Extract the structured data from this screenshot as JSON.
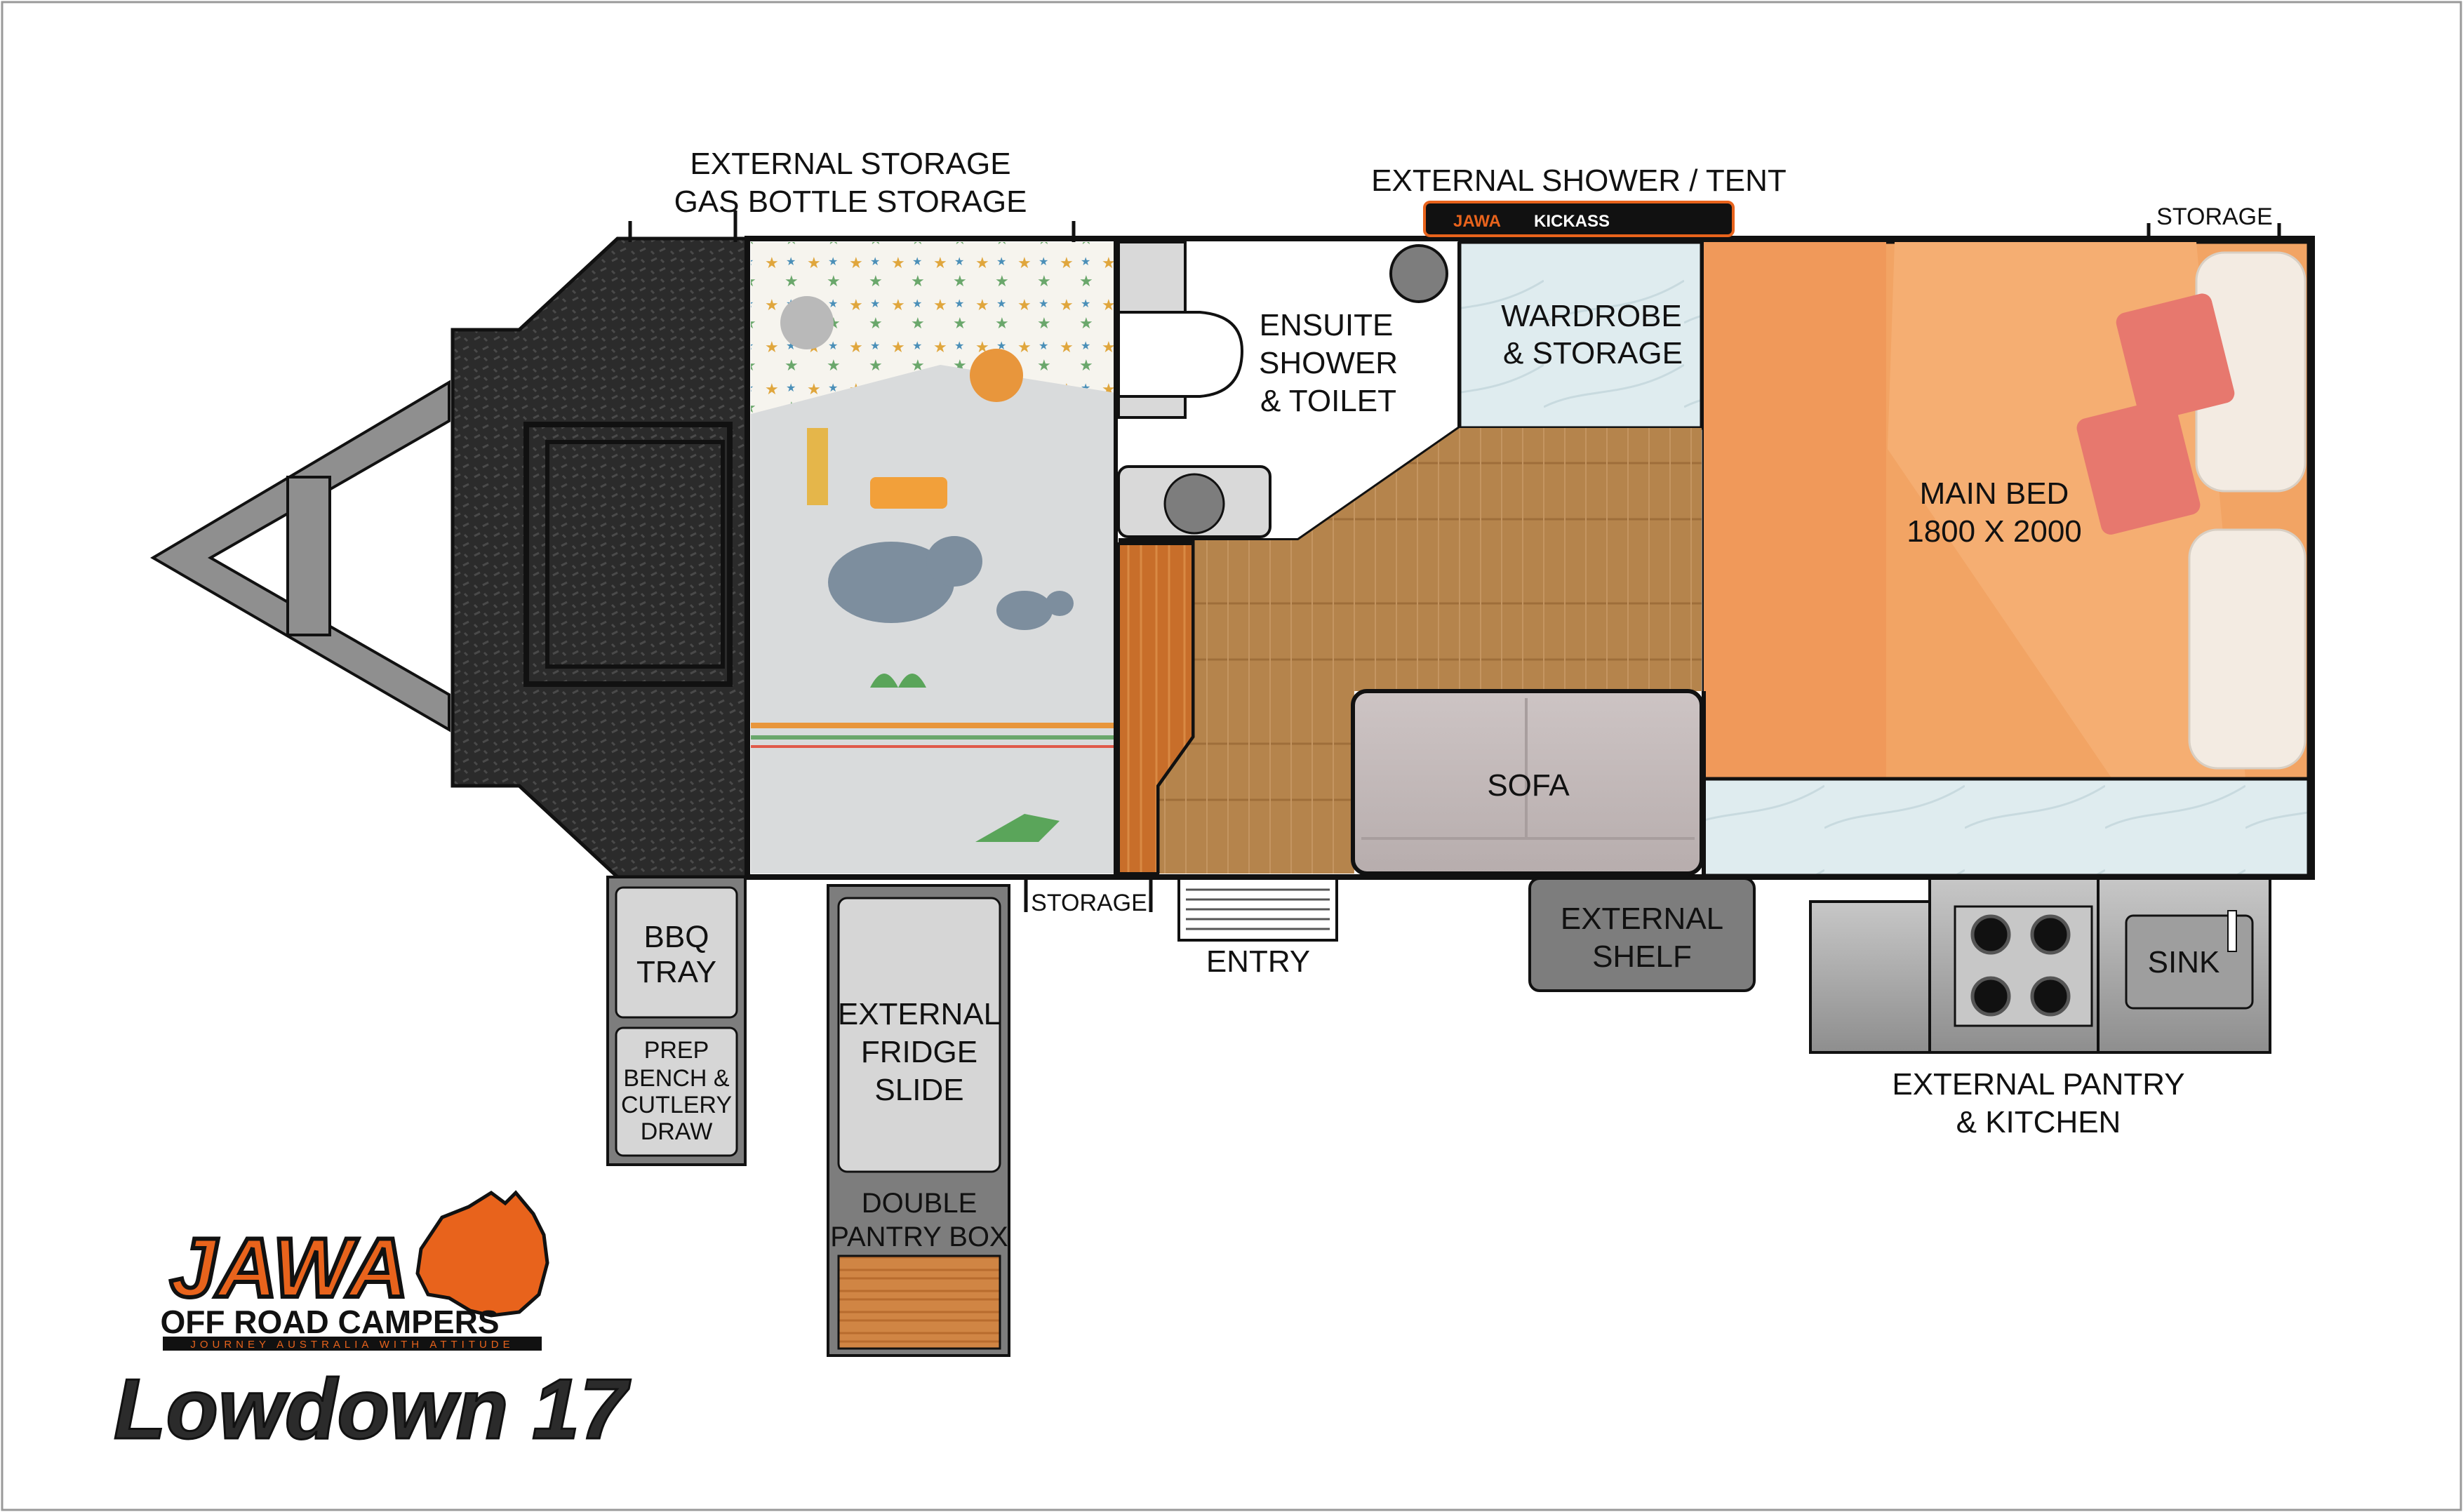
{
  "labels": {
    "external_storage": "EXTERNAL STORAGE",
    "gas_bottle_storage": "GAS BOTTLE STORAGE",
    "external_shower_tent": "EXTERNAL SHOWER / TENT",
    "storage_top": "STORAGE",
    "storage_mid": "STORAGE",
    "ensuite_1": "ENSUITE",
    "ensuite_2": "SHOWER",
    "ensuite_3": "& TOILET",
    "wardrobe_1": "WARDROBE",
    "wardrobe_2": "& STORAGE",
    "main_bed_1": "MAIN BED",
    "main_bed_2": "1800 X 2000",
    "sofa": "SOFA",
    "entry": "ENTRY",
    "bbq_1": "BBQ",
    "bbq_2": "TRAY",
    "prep_1": "PREP",
    "prep_2": "BENCH &",
    "prep_3": "CUTLERY",
    "prep_4": "DRAW",
    "fridge_1": "EXTERNAL",
    "fridge_2": "FRIDGE",
    "fridge_3": "SLIDE",
    "pantry_1": "DOUBLE",
    "pantry_2": "PANTRY BOX",
    "shelf_1": "EXTERNAL",
    "shelf_2": "SHELF",
    "sink": "SINK",
    "kitchen_1": "EXTERNAL PANTRY",
    "kitchen_2": "& KITCHEN"
  },
  "awning_badge": {
    "left": "JAWA",
    "right": "KICKASS"
  },
  "logo": {
    "brand": "JAWA",
    "subtitle": "OFF ROAD CAMPERS",
    "tagline": "JOURNEY AUSTRALIA WITH ATTITUDE"
  },
  "model_name": "Lowdown 17",
  "colors": {
    "outline": "#111111",
    "checker_plate": "#2b2b2b",
    "timber": "#b5844c",
    "bed_orange": "#f2a464",
    "marble": "#dfecef",
    "sofa": "#c6bdbd",
    "steel": "#a8a8a8",
    "brand_orange": "#e8631c"
  }
}
